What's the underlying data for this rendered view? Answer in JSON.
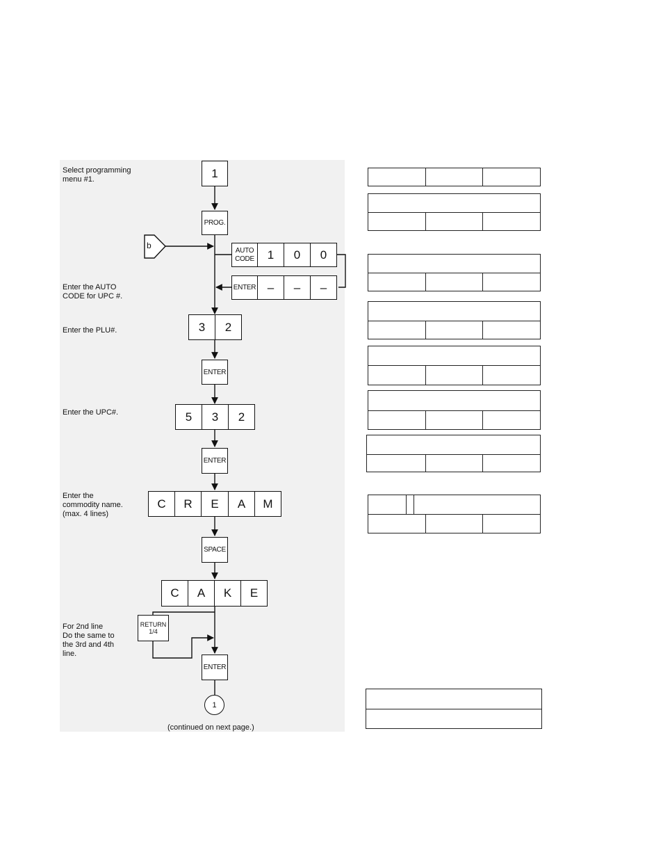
{
  "labels": {
    "select_menu": "Select programming\nmenu #1.",
    "enter_auto_code": "Enter the AUTO\nCODE for UPC #.",
    "enter_plu": "Enter the PLU#.",
    "enter_upc": "Enter the UPC#.",
    "enter_commodity": "Enter the\ncommodity name.\n(max. 4 lines)",
    "second_line": "For 2nd line\nDo the same to\nthe 3rd and 4th\nline."
  },
  "keys": {
    "menu_number": "1",
    "prog": "PROG.",
    "auto_code": "AUTO\nCODE",
    "auto_code_digits": [
      "1",
      "0",
      "0"
    ],
    "enter": "ENTER",
    "enter_dashes": [
      "–",
      "–",
      "–"
    ],
    "plu_digits": [
      "3",
      "2"
    ],
    "upc_digits": [
      "5",
      "3",
      "2"
    ],
    "name_line1": [
      "C",
      "R",
      "E",
      "A",
      "M"
    ],
    "space": "SPACE",
    "name_line2": [
      "C",
      "A",
      "K",
      "E"
    ],
    "return": "RETURN\n1/4"
  },
  "connectors": {
    "off_page_b": "b",
    "continuation": "1",
    "continued_note": "(continued on next page.)"
  }
}
